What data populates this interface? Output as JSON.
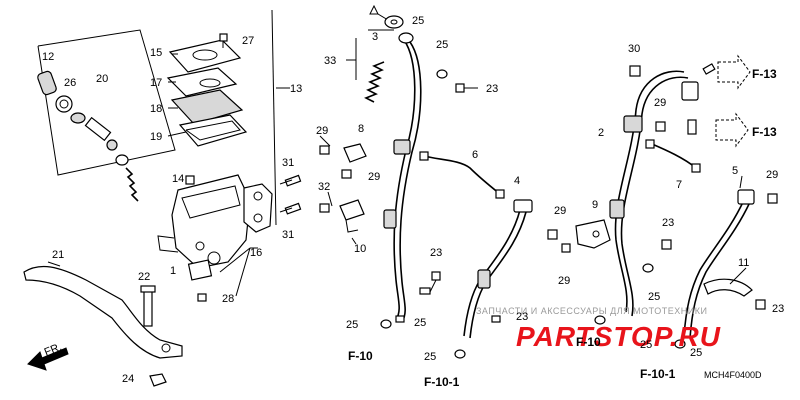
{
  "callouts": {
    "c1": "1",
    "c2": "2",
    "c3": "3",
    "c4": "4",
    "c5": "5",
    "c6": "6",
    "c7": "7",
    "c8": "8",
    "c9": "9",
    "c10": "10",
    "c11": "11",
    "c12": "12",
    "c13": "13",
    "c14": "14",
    "c15": "15",
    "c16": "16",
    "c17": "17",
    "c18": "18",
    "c19": "19",
    "c20": "20",
    "c21": "21",
    "c22": "22",
    "c23": "23",
    "c24": "24",
    "c25": "25",
    "c26": "26",
    "c27": "27",
    "c28": "28",
    "c29": "29",
    "c30": "30",
    "c31": "31",
    "c32": "32",
    "c33": "33"
  },
  "refs": {
    "f13": "F-13",
    "f10": "F-10",
    "f10_1": "F-10-1"
  },
  "front_arrow": "FR.",
  "diagram_code": "MCH4F0400D",
  "watermark": {
    "brand": "PARTSTOP.RU",
    "tagline": "ЗАПЧАСТИ И АКСЕССУАРЫ ДЛЯ МОТОТЕХНИКИ"
  },
  "colors": {
    "line": "#000000",
    "watermark_red": "#e8141b",
    "watermark_grey": "#9a9a9a"
  }
}
